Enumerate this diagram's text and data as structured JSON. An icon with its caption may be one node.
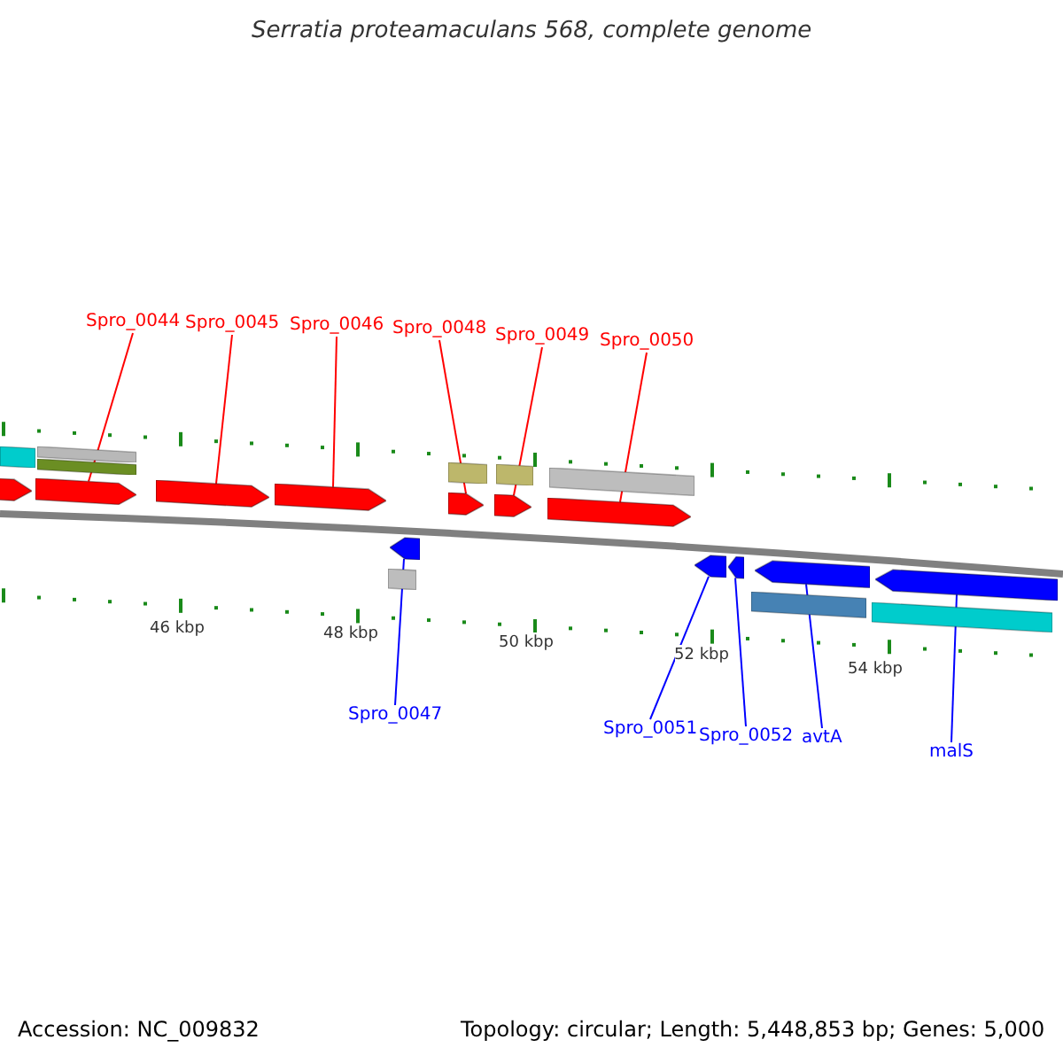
{
  "diagram": {
    "title": "Serratia proteamaculans 568, complete genome",
    "nodes": [
      {
        "text": [
          "Spro_0044"
        ]
      },
      {
        "text": [
          "Spro_0045"
        ]
      },
      {
        "text": [
          "Spro_0046"
        ]
      },
      {
        "text": [
          "Spro_0048"
        ]
      },
      {
        "text": [
          "Spro_0049"
        ]
      },
      {
        "text": [
          "Spro_0050"
        ]
      },
      {
        "text": [
          "Spro_0047"
        ]
      },
      {
        "text": [
          "Spro_0051"
        ]
      },
      {
        "text": [
          "Spro_0052"
        ]
      },
      {
        "text": [
          "avtA"
        ]
      },
      {
        "text": [
          "malS"
        ]
      },
      {
        "text": [],
        "shape": "arrow"
      },
      {
        "text": [],
        "shape": "arrow"
      },
      {
        "text": [],
        "shape": "arrow"
      },
      {
        "text": [],
        "shape": "arrow"
      },
      {
        "text": [],
        "shape": "arrow"
      },
      {
        "text": [],
        "shape": "arrow"
      },
      {
        "text": [],
        "shape": "arrow"
      },
      {
        "text": [],
        "shape": "arrow"
      },
      {
        "text": [],
        "shape": "arrow"
      },
      {
        "text": [],
        "shape": "arrow"
      },
      {
        "text": [],
        "shape": "arrow"
      },
      {
        "text": [],
        "shape": "arrow"
      },
      {
        "text": [],
        "shape": "bar"
      },
      {
        "text": [],
        "shape": "bar"
      },
      {
        "text": [],
        "shape": "bar"
      },
      {
        "text": [],
        "shape": "bar"
      },
      {
        "text": [],
        "shape": "bar"
      },
      {
        "text": [],
        "shape": "bar"
      },
      {
        "text": [],
        "shape": "bar"
      },
      {
        "text": [],
        "shape": "bar"
      },
      {
        "text": [],
        "shape": "bar"
      }
    ],
    "edges": [
      {
        "from": 0,
        "to": 12,
        "arrow": "none"
      },
      {
        "from": 1,
        "to": 13,
        "arrow": "none"
      },
      {
        "from": 2,
        "to": 14,
        "arrow": "none"
      },
      {
        "from": 3,
        "to": 15,
        "arrow": "none"
      },
      {
        "from": 4,
        "to": 16,
        "arrow": "none"
      },
      {
        "from": 5,
        "to": 17,
        "arrow": "none"
      },
      {
        "from": 6,
        "to": 18,
        "arrow": "none",
        "color": "#0000ff"
      },
      {
        "from": 7,
        "to": 19,
        "arrow": "none",
        "color": "#0000ff"
      },
      {
        "from": 8,
        "to": 20,
        "arrow": "none",
        "color": "#0000ff"
      },
      {
        "from": 9,
        "to": 21,
        "arrow": "none",
        "color": "#0000ff"
      },
      {
        "from": 10,
        "to": 22,
        "arrow": "none",
        "color": "#0000ff"
      }
    ],
    "labels": [
      "46 kbp",
      "48 kbp",
      "50 kbp",
      "52 kbp",
      "54 kbp",
      "Accession: NC_009832",
      "Topology: circular; Length: 5,448,853 bp; Genes: 5,000"
    ]
  }
}
